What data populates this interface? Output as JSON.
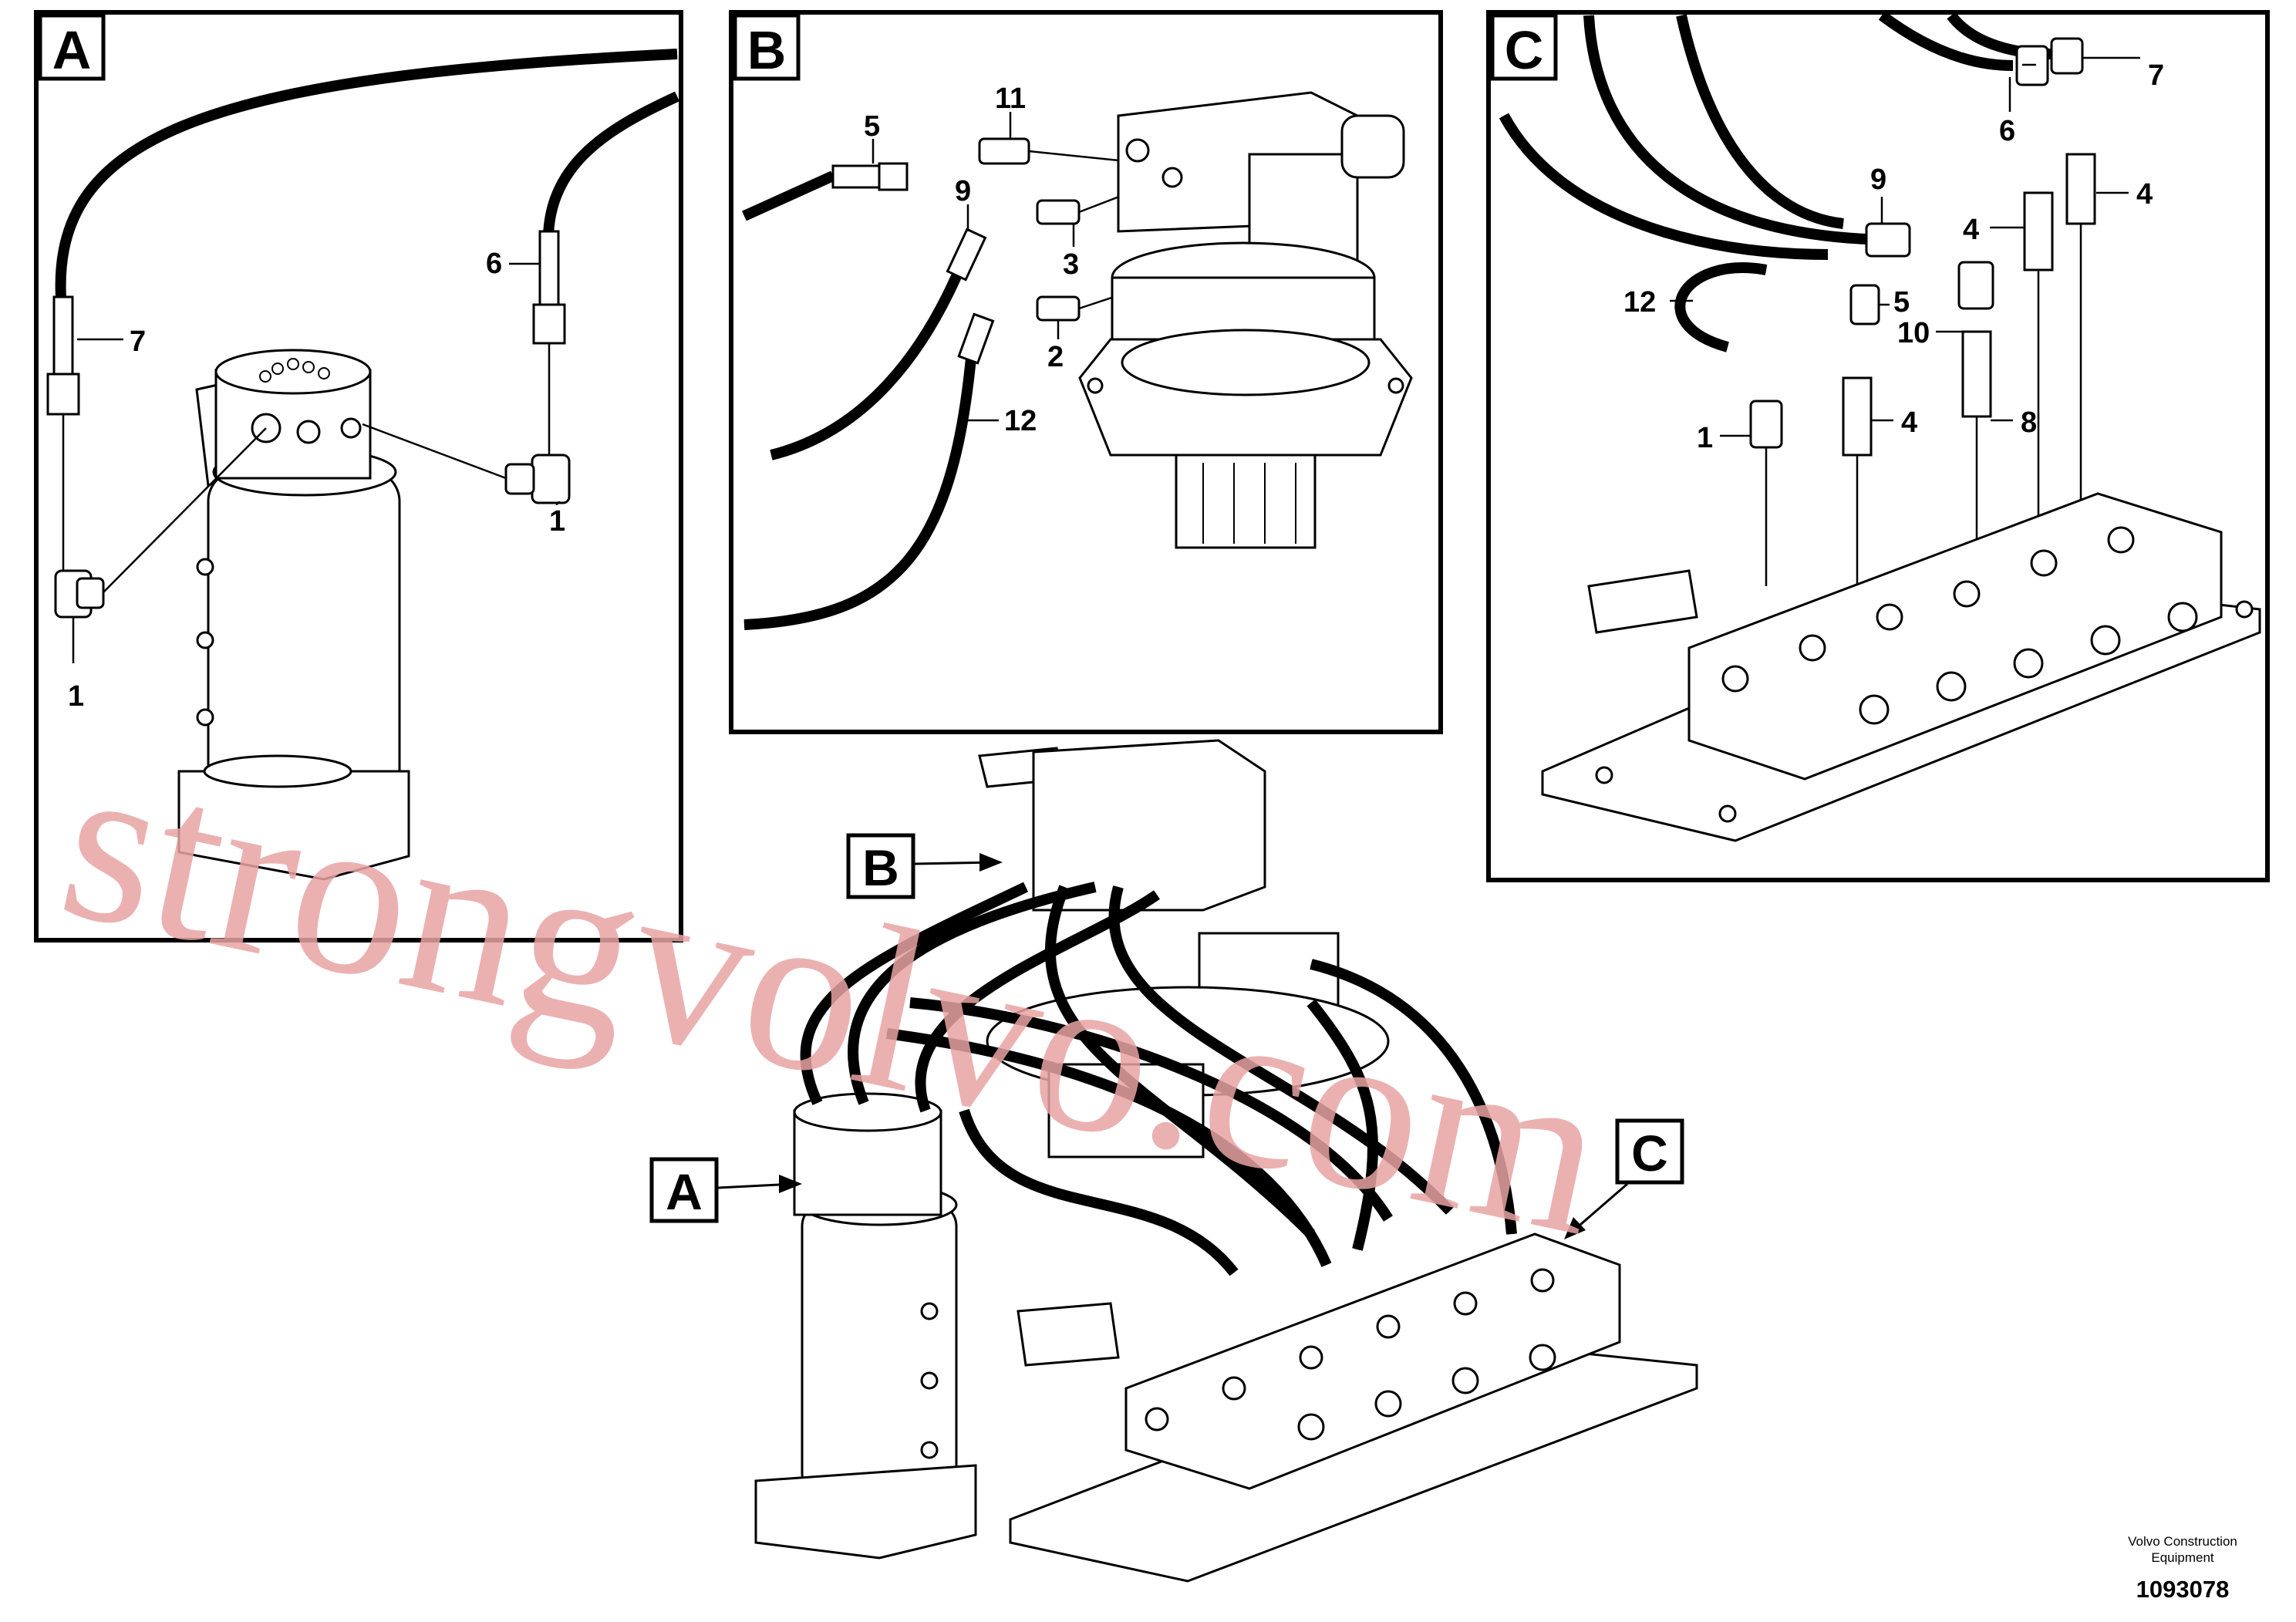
{
  "panels": [
    {
      "id": "A",
      "label": "A",
      "parts": [
        "7",
        "6",
        "1",
        "1"
      ]
    },
    {
      "id": "B",
      "label": "B",
      "parts": [
        "5",
        "11",
        "9",
        "3",
        "2",
        "12"
      ]
    },
    {
      "id": "C",
      "label": "C",
      "parts": [
        "7",
        "6",
        "9",
        "4",
        "4",
        "12",
        "5",
        "10",
        "1",
        "4",
        "8"
      ]
    }
  ],
  "callouts": {
    "a": "A",
    "b": "B",
    "c": "C"
  },
  "watermark": "strongvolvo.com",
  "credit": {
    "line1": "Volvo Construction",
    "line2": "Equipment"
  },
  "document_number": "1093078"
}
